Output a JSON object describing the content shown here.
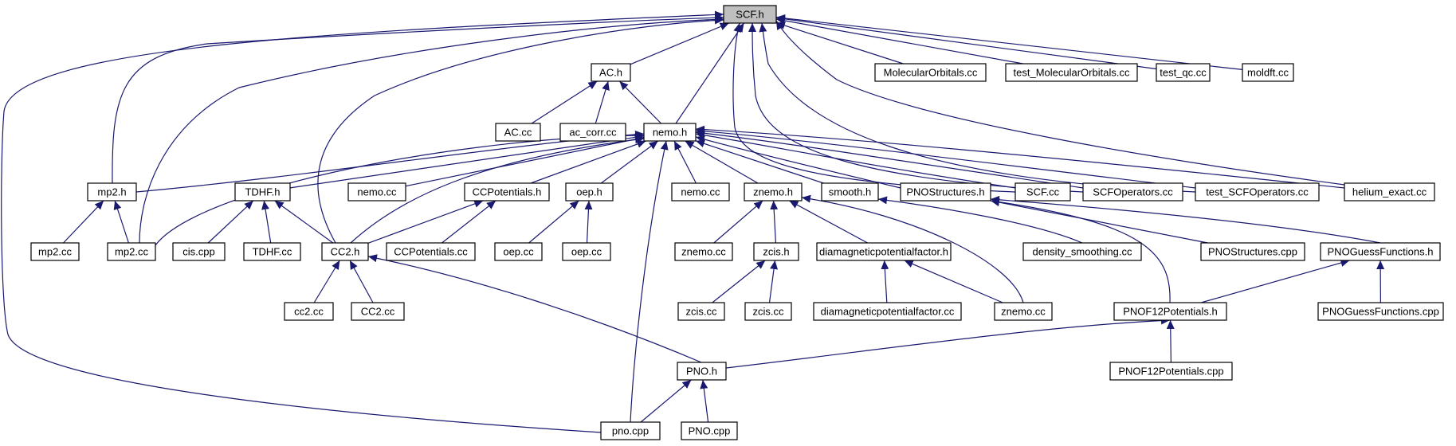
{
  "graph": {
    "root": "SCF.h",
    "nodes": [
      {
        "id": "scf_h",
        "label": "SCF.h",
        "root": true
      },
      {
        "id": "ac_h",
        "label": "AC.h"
      },
      {
        "id": "mo_cc",
        "label": "MolecularOrbitals.cc"
      },
      {
        "id": "test_mo_cc",
        "label": "test_MolecularOrbitals.cc"
      },
      {
        "id": "test_qc_cc",
        "label": "test_qc.cc"
      },
      {
        "id": "moldft_cc",
        "label": "moldft.cc"
      },
      {
        "id": "ac_cc",
        "label": "AC.cc"
      },
      {
        "id": "ac_corr_cc",
        "label": "ac_corr.cc"
      },
      {
        "id": "nemo_h",
        "label": "nemo.h"
      },
      {
        "id": "mp2_h",
        "label": "mp2.h"
      },
      {
        "id": "tdhf_h",
        "label": "TDHF.h"
      },
      {
        "id": "nemo_cc_a",
        "label": "nemo.cc"
      },
      {
        "id": "ccpot_h",
        "label": "CCPotentials.h"
      },
      {
        "id": "oep_h",
        "label": "oep.h"
      },
      {
        "id": "nemo_cc_b",
        "label": "nemo.cc"
      },
      {
        "id": "znemo_h",
        "label": "znemo.h"
      },
      {
        "id": "smooth_h",
        "label": "smooth.h"
      },
      {
        "id": "pnostruct_h",
        "label": "PNOStructures.h"
      },
      {
        "id": "scf_cc",
        "label": "SCF.cc"
      },
      {
        "id": "scfops_cc",
        "label": "SCFOperators.cc"
      },
      {
        "id": "test_scfops_cc",
        "label": "test_SCFOperators.cc"
      },
      {
        "id": "helium_cc",
        "label": "helium_exact.cc"
      },
      {
        "id": "mp2_cc_a",
        "label": "mp2.cc"
      },
      {
        "id": "mp2_cc_b",
        "label": "mp2.cc"
      },
      {
        "id": "cis_cpp",
        "label": "cis.cpp"
      },
      {
        "id": "tdhf_cc",
        "label": "TDHF.cc"
      },
      {
        "id": "cc2_h",
        "label": "CC2.h"
      },
      {
        "id": "ccpot_cc",
        "label": "CCPotentials.cc"
      },
      {
        "id": "oep_cc_a",
        "label": "oep.cc"
      },
      {
        "id": "oep_cc_b",
        "label": "oep.cc"
      },
      {
        "id": "znemo_cc_a",
        "label": "znemo.cc"
      },
      {
        "id": "zcis_h",
        "label": "zcis.h"
      },
      {
        "id": "diamag_h",
        "label": "diamagneticpotentialfactor.h"
      },
      {
        "id": "density_cc",
        "label": "density_smoothing.cc"
      },
      {
        "id": "pnostruct_cpp",
        "label": "PNOStructures.cpp"
      },
      {
        "id": "pnoguess_h",
        "label": "PNOGuessFunctions.h"
      },
      {
        "id": "cc2_cc_a",
        "label": "cc2.cc"
      },
      {
        "id": "cc2_cc_b",
        "label": "CC2.cc"
      },
      {
        "id": "zcis_cc_a",
        "label": "zcis.cc"
      },
      {
        "id": "zcis_cc_b",
        "label": "zcis.cc"
      },
      {
        "id": "diamag_cc",
        "label": "diamagneticpotentialfactor.cc"
      },
      {
        "id": "znemo_cc_b",
        "label": "znemo.cc"
      },
      {
        "id": "pnof12_h",
        "label": "PNOF12Potentials.h"
      },
      {
        "id": "pnoguess_cpp",
        "label": "PNOGuessFunctions.cpp"
      },
      {
        "id": "pno_h",
        "label": "PNO.h"
      },
      {
        "id": "pnof12_cpp",
        "label": "PNOF12Potentials.cpp"
      },
      {
        "id": "pno_cpp",
        "label": "pno.cpp"
      },
      {
        "id": "pno_cpp2",
        "label": "PNO.cpp"
      }
    ],
    "edges": [
      [
        "ac_h",
        "scf_h"
      ],
      [
        "mo_cc",
        "scf_h"
      ],
      [
        "test_mo_cc",
        "scf_h"
      ],
      [
        "test_qc_cc",
        "scf_h"
      ],
      [
        "moldft_cc",
        "scf_h"
      ],
      [
        "nemo_h",
        "scf_h"
      ],
      [
        "mp2_h",
        "scf_h"
      ],
      [
        "mp2_cc_b",
        "scf_h"
      ],
      [
        "cc2_h",
        "scf_h"
      ],
      [
        "pno_cpp",
        "scf_h"
      ],
      [
        "scf_cc",
        "scf_h"
      ],
      [
        "scfops_cc",
        "scf_h"
      ],
      [
        "test_scfops_cc",
        "scf_h"
      ],
      [
        "helium_cc",
        "scf_h"
      ],
      [
        "ac_cc",
        "ac_h"
      ],
      [
        "ac_corr_cc",
        "ac_h"
      ],
      [
        "nemo_h",
        "ac_h"
      ],
      [
        "mp2_h",
        "nemo_h"
      ],
      [
        "mp2_cc_b",
        "nemo_h"
      ],
      [
        "tdhf_h",
        "nemo_h"
      ],
      [
        "nemo_cc_a",
        "nemo_h"
      ],
      [
        "cc2_h",
        "nemo_h"
      ],
      [
        "ccpot_h",
        "nemo_h"
      ],
      [
        "oep_h",
        "nemo_h"
      ],
      [
        "pno_cpp",
        "nemo_h"
      ],
      [
        "nemo_cc_b",
        "nemo_h"
      ],
      [
        "znemo_h",
        "nemo_h"
      ],
      [
        "smooth_h",
        "nemo_h"
      ],
      [
        "pnostruct_h",
        "nemo_h"
      ],
      [
        "scf_cc",
        "nemo_h"
      ],
      [
        "scfops_cc",
        "nemo_h"
      ],
      [
        "test_scfops_cc",
        "nemo_h"
      ],
      [
        "helium_cc",
        "nemo_h"
      ],
      [
        "mp2_cc_a",
        "mp2_h"
      ],
      [
        "mp2_cc_b",
        "mp2_h"
      ],
      [
        "cis_cpp",
        "tdhf_h"
      ],
      [
        "tdhf_cc",
        "tdhf_h"
      ],
      [
        "cc2_h",
        "tdhf_h"
      ],
      [
        "cc2_h",
        "ccpot_h"
      ],
      [
        "ccpot_cc",
        "ccpot_h"
      ],
      [
        "oep_cc_a",
        "oep_h"
      ],
      [
        "oep_cc_b",
        "oep_h"
      ],
      [
        "znemo_cc_a",
        "znemo_h"
      ],
      [
        "zcis_h",
        "znemo_h"
      ],
      [
        "diamag_h",
        "znemo_h"
      ],
      [
        "znemo_cc_b",
        "znemo_h"
      ],
      [
        "density_cc",
        "smooth_h"
      ],
      [
        "pnostruct_cpp",
        "pnostruct_h"
      ],
      [
        "pnoguess_h",
        "pnostruct_h"
      ],
      [
        "pnof12_h",
        "pnostruct_h"
      ],
      [
        "cc2_cc_a",
        "cc2_h"
      ],
      [
        "cc2_cc_b",
        "cc2_h"
      ],
      [
        "pno_h",
        "cc2_h"
      ],
      [
        "zcis_cc_a",
        "zcis_h"
      ],
      [
        "zcis_cc_b",
        "zcis_h"
      ],
      [
        "diamag_cc",
        "diamag_h"
      ],
      [
        "znemo_cc_b",
        "diamag_h"
      ],
      [
        "pnof12_h",
        "pnoguess_h"
      ],
      [
        "pnoguess_cpp",
        "pnoguess_h"
      ],
      [
        "pno_h",
        "pnof12_h"
      ],
      [
        "pnof12_cpp",
        "pnof12_h"
      ],
      [
        "pno_cpp",
        "pno_h"
      ],
      [
        "pno_cpp2",
        "pno_h"
      ]
    ]
  },
  "colors": {
    "edge": "#191970",
    "node_fill": "#ffffff",
    "root_fill": "#bfbfbf",
    "border": "#000000"
  }
}
